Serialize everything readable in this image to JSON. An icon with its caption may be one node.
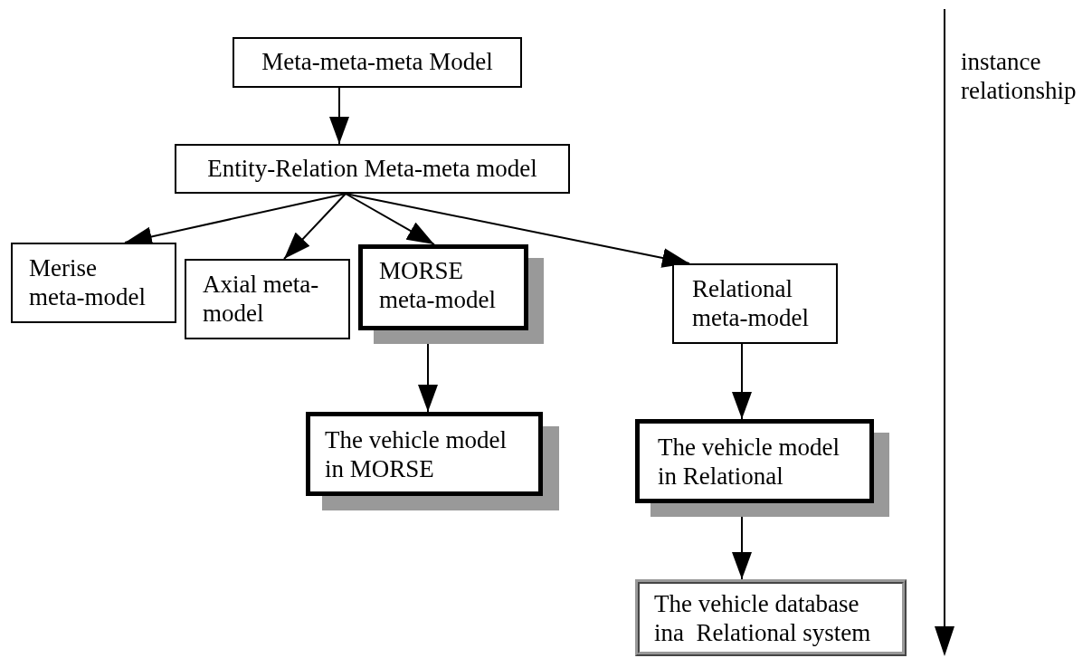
{
  "diagram": {
    "nodes": [
      {
        "text": [
          "Meta-meta-meta Model"
        ]
      },
      {
        "text": [
          "Entity-Relation Meta-meta model"
        ]
      },
      {
        "text": [
          "Merise meta-model"
        ]
      },
      {
        "text": [
          "Axial meta-model"
        ]
      },
      {
        "text": [
          "MORSE meta-model"
        ]
      },
      {
        "text": [
          "Relational meta-model"
        ]
      },
      {
        "text": [
          "The vehicle model in MORSE"
        ]
      },
      {
        "text": [
          "The vehicle model in Relational"
        ]
      },
      {
        "text": [
          "The vehicle database ina  Relational system"
        ]
      }
    ],
    "edges": [
      {
        "from": 0,
        "to": 1,
        "arrow": "to"
      },
      {
        "from": 1,
        "to": 2,
        "arrow": "to"
      },
      {
        "from": 1,
        "to": 3,
        "arrow": "to"
      },
      {
        "from": 1,
        "to": 4,
        "arrow": "to"
      },
      {
        "from": 1,
        "to": 5,
        "arrow": "to"
      },
      {
        "from": 4,
        "to": 6,
        "arrow": "to"
      },
      {
        "from": 5,
        "to": 7,
        "arrow": "to"
      },
      {
        "from": 7,
        "to": 8,
        "arrow": "to"
      }
    ],
    "labels": [
      "instance relationship"
    ]
  }
}
